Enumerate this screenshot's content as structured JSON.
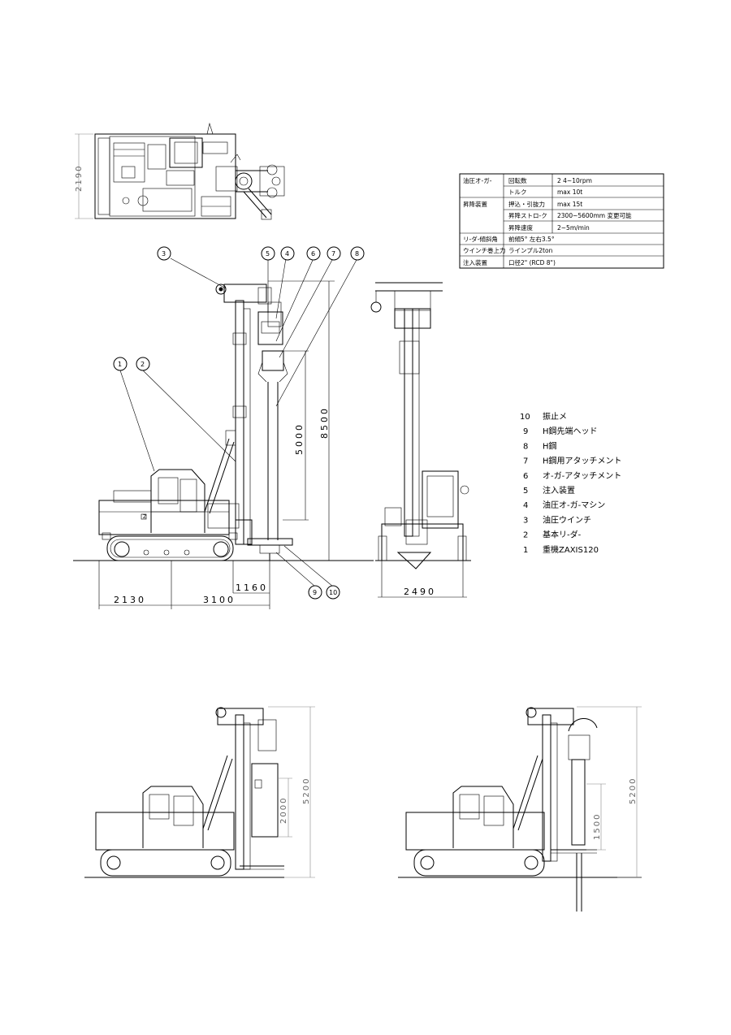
{
  "dimensions": {
    "top_width": "2190",
    "front_height": "8500",
    "stroke_height": "5000",
    "rear_length": "2130",
    "leader_reach": "3100",
    "leader_offset": "1160",
    "rear_width": "2490",
    "low_height_a": "5200",
    "attachment_a": "2000",
    "low_height_b": "5200",
    "attachment_b": "1500"
  },
  "balloons": [
    "1",
    "2",
    "3",
    "4",
    "5",
    "6",
    "7",
    "8",
    "9",
    "10"
  ],
  "legend": [
    {
      "no": "10",
      "text": "振止メ"
    },
    {
      "no": "9",
      "text": "H鋼先端ヘッド"
    },
    {
      "no": "8",
      "text": "H鋼"
    },
    {
      "no": "7",
      "text": "H鋼用アタッチメント"
    },
    {
      "no": "6",
      "text": "オ-ガ-アタッチメント"
    },
    {
      "no": "5",
      "text": "注入装置"
    },
    {
      "no": "4",
      "text": "油圧オ-ガ-マシン"
    },
    {
      "no": "3",
      "text": "油圧ウインチ"
    },
    {
      "no": "2",
      "text": "基本リ-ダ-"
    },
    {
      "no": "1",
      "text": "重機ZAXIS120"
    }
  ],
  "spec_table": [
    {
      "group": "油圧オ-ガ-",
      "item": "回転数",
      "value": "2 4~10rpm"
    },
    {
      "group": "",
      "item": "トルク",
      "value": "max 10t"
    },
    {
      "group": "昇降装置",
      "item": "押込・引抜力",
      "value": "max 15t"
    },
    {
      "group": "",
      "item": "昇降ストロ-ク",
      "value": "2300~5600mm 変更可能"
    },
    {
      "group": "",
      "item": "昇降速度",
      "value": "2~5m/min"
    },
    {
      "group": "リ-ダ-傾斜角",
      "item": "前傾5° 左右3.5°",
      "value": ""
    },
    {
      "group": "ウインチ巻上力",
      "item": "ラインプル2ton",
      "value": ""
    },
    {
      "group": "注入装置",
      "item": "口径2\"  (RCD 8\")",
      "value": ""
    }
  ]
}
